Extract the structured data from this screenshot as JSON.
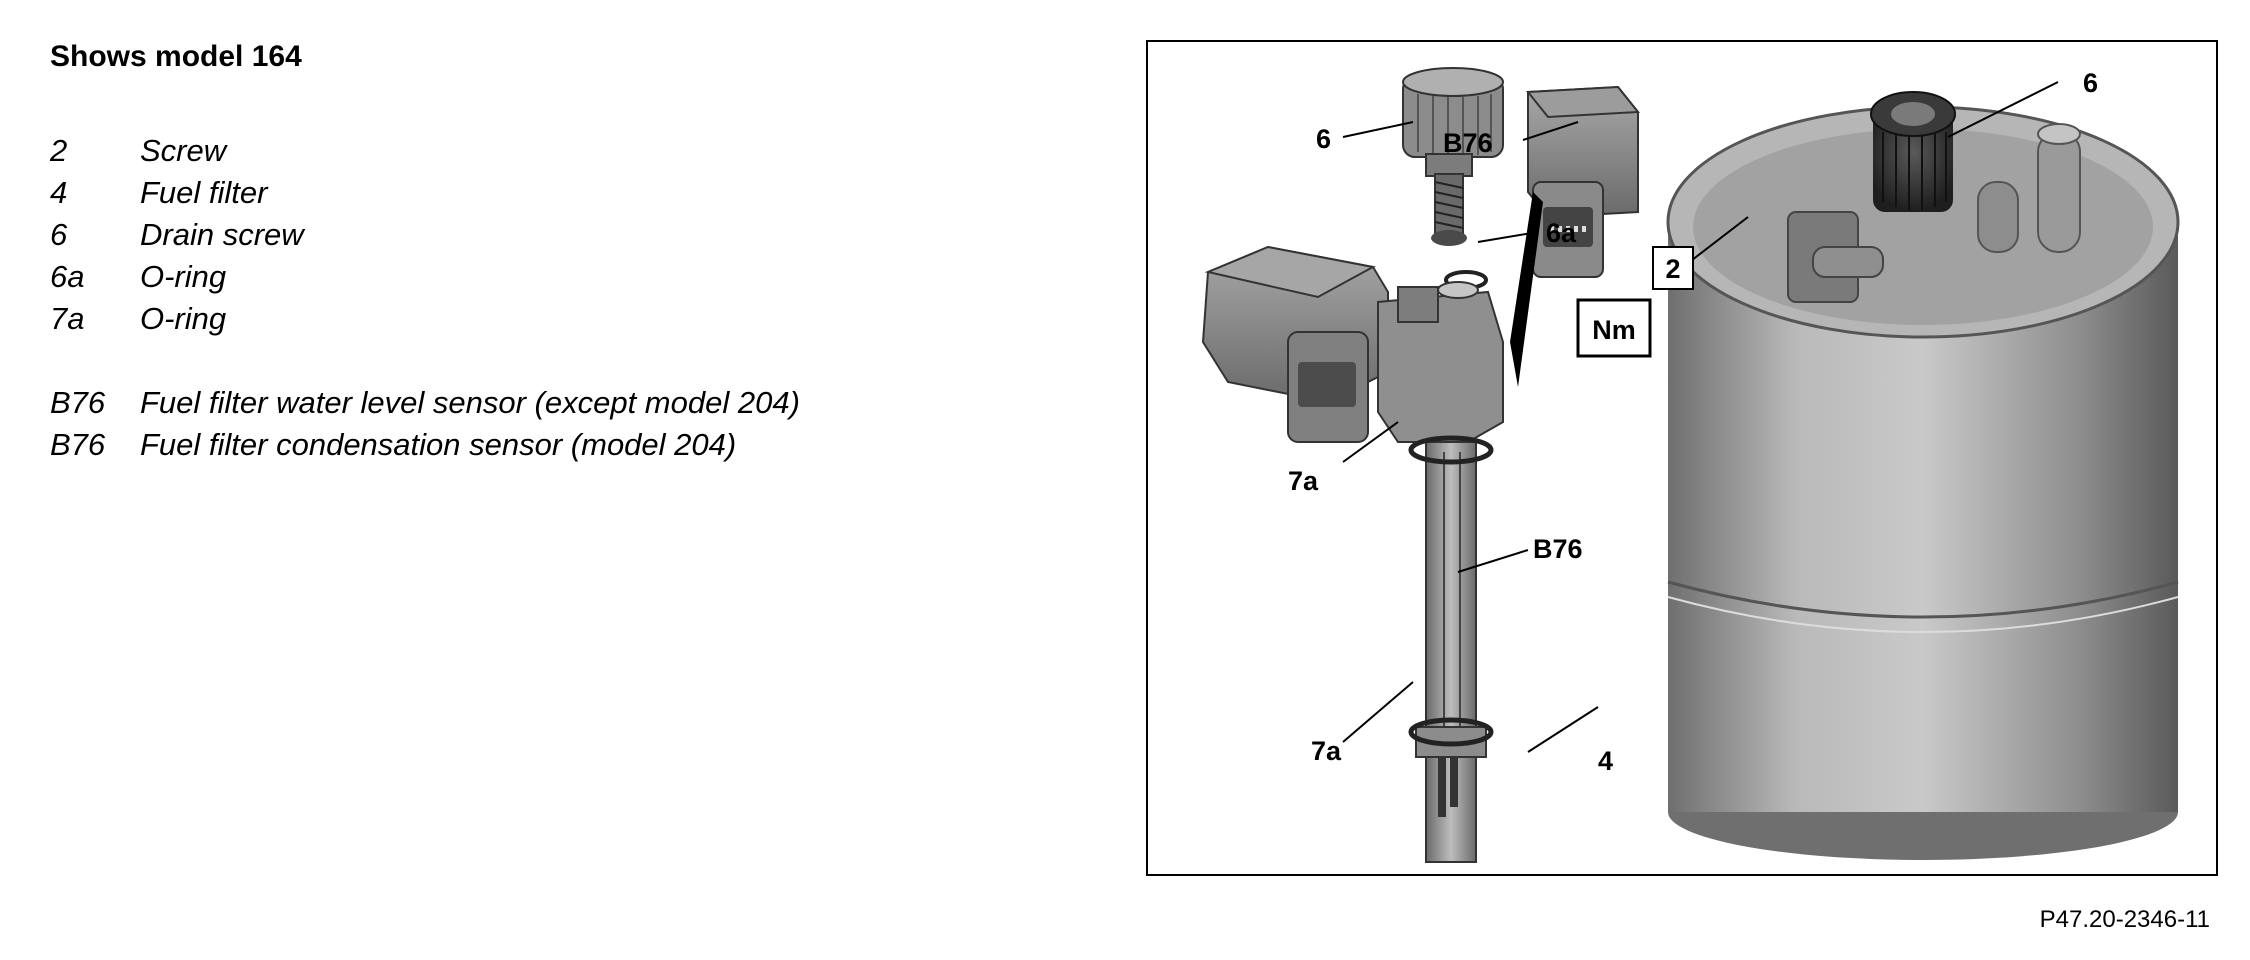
{
  "header": {
    "title": "Shows model 164"
  },
  "legend": [
    {
      "code": "2",
      "text": "Screw"
    },
    {
      "code": "4",
      "text": "Fuel filter"
    },
    {
      "code": "6",
      "text": "Drain screw"
    },
    {
      "code": "6a",
      "text": "O-ring"
    },
    {
      "code": "7a",
      "text": "O-ring"
    }
  ],
  "legend_sensors": [
    {
      "code": "B76",
      "text": "Fuel filter water level sensor (except model 204)"
    },
    {
      "code": "B76",
      "text": "Fuel filter condensation sensor (model 204)"
    }
  ],
  "figure": {
    "callouts": {
      "drain_screw_left": "6",
      "drain_screw_right": "6",
      "oring_6a": "6a",
      "sensor_top": "B76",
      "sensor_rod": "B76",
      "screw": "2",
      "oring_upper": "7a",
      "oring_lower": "7a",
      "fuel_filter": "4",
      "torque": "Nm"
    }
  },
  "footer": {
    "reference": "P47.20-2346-11"
  }
}
